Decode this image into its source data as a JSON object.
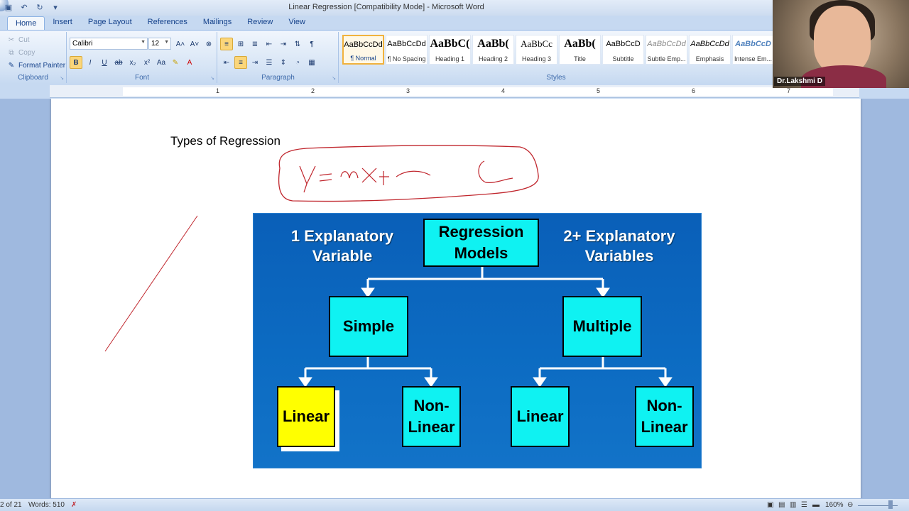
{
  "window": {
    "title": "Linear Regression [Compatibility Mode] - Microsoft Word"
  },
  "tabs": [
    "Home",
    "Insert",
    "Page Layout",
    "References",
    "Mailings",
    "Review",
    "View"
  ],
  "clipboard": {
    "cut": "Cut",
    "copy": "Copy",
    "format_painter": "Format Painter",
    "label": "Clipboard"
  },
  "font": {
    "name": "Calibri",
    "size": "12",
    "label": "Font"
  },
  "paragraph": {
    "label": "Paragraph"
  },
  "styles": {
    "label": "Styles",
    "items": [
      {
        "sample": "AaBbCcDd",
        "name": "¶ Normal"
      },
      {
        "sample": "AaBbCcDd",
        "name": "¶ No Spacing"
      },
      {
        "sample": "AaBbC(",
        "name": "Heading 1"
      },
      {
        "sample": "AaBb(",
        "name": "Heading 2"
      },
      {
        "sample": "AaBbCc",
        "name": "Heading 3"
      },
      {
        "sample": "AaBb(",
        "name": "Title"
      },
      {
        "sample": "AaBbCcD",
        "name": "Subtitle"
      },
      {
        "sample": "AaBbCcDd",
        "name": "Subtle Emp..."
      },
      {
        "sample": "AaBbCcDd",
        "name": "Emphasis"
      },
      {
        "sample": "AaBbCcD",
        "name": "Intense Em..."
      }
    ]
  },
  "ruler": {
    "numbers": [
      "1",
      "2",
      "3",
      "4",
      "5",
      "6",
      "7"
    ]
  },
  "document": {
    "heading": "Types of Regression",
    "diagram": {
      "left_caption": [
        "1 Explanatory",
        "Variable"
      ],
      "right_caption": [
        "2+ Explanatory",
        "Variables"
      ],
      "root": [
        "Regression",
        "Models"
      ],
      "simple": "Simple",
      "multiple": "Multiple",
      "linear": "Linear",
      "nonlinear": [
        "Non-",
        "Linear"
      ]
    }
  },
  "statusbar": {
    "page": "2 of 21",
    "words": "Words: 510",
    "zoom": "160%"
  },
  "webcam": {
    "name": "Dr.Lakshmi D"
  },
  "colors": {
    "diagram_bg": "#0a5fb8",
    "box_fill": "#0ff2f2",
    "highlight_box": "#ffff00",
    "ink": "#c0262d"
  }
}
